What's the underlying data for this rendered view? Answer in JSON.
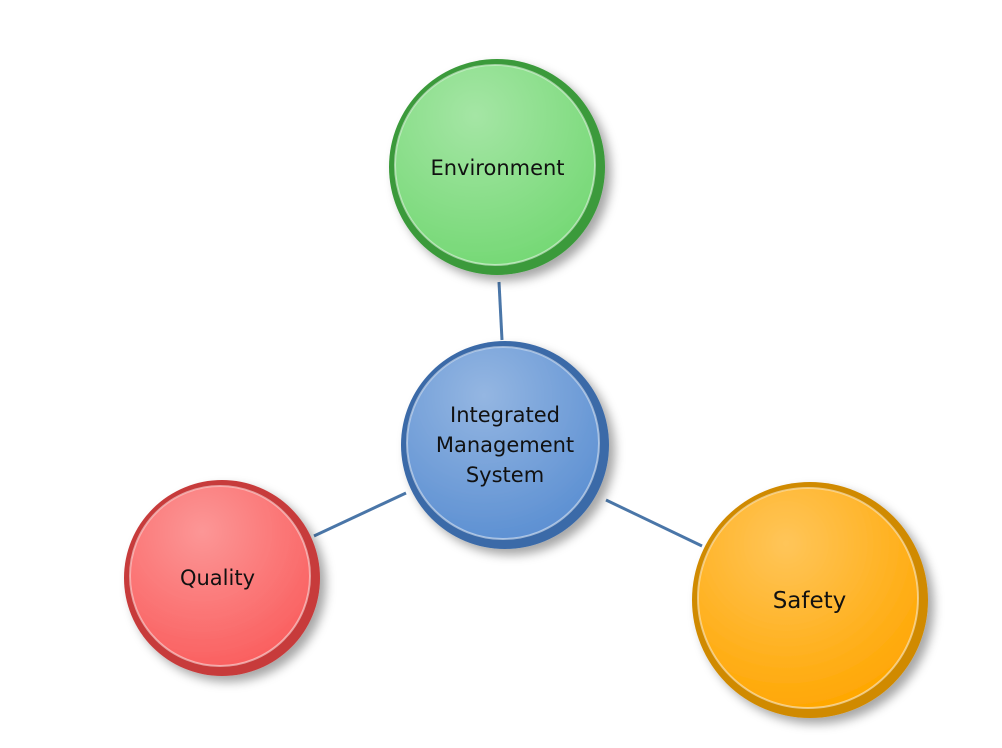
{
  "diagram": {
    "center": {
      "label": "Integrated\nManagement\nSystem",
      "color": "#5b8fd2",
      "rim": "#3b6aa8"
    },
    "nodes": [
      {
        "label": "Environment",
        "color": "#74d874",
        "rim": "#3a9a3a"
      },
      {
        "label": "Quality",
        "color": "#fa5e5e",
        "rim": "#c73b3b"
      },
      {
        "label": "Safety",
        "color": "#ffa600",
        "rim": "#d08a00"
      }
    ],
    "connector_color": "#4a76a8"
  }
}
